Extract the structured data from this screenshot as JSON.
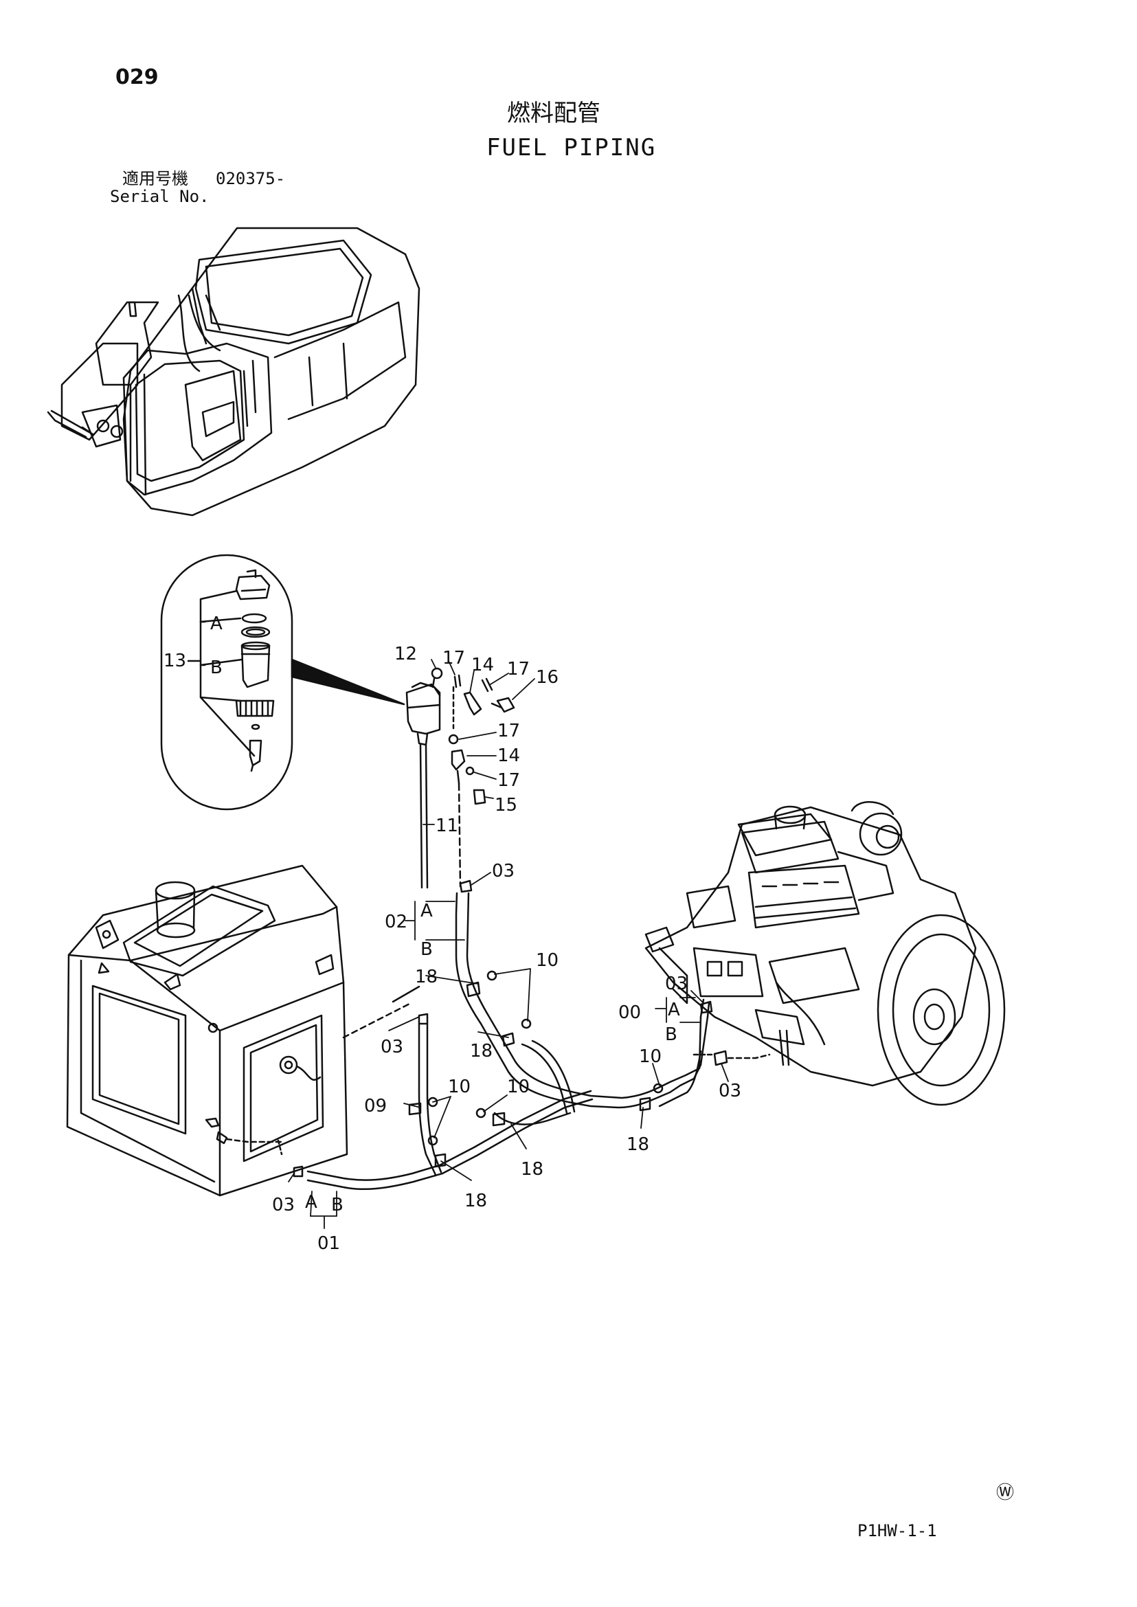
{
  "header": {
    "page_number": "029",
    "title_jp": "燃料配管",
    "title_en": "FUEL PIPING",
    "serial_label_jp": "適用号機",
    "serial_value": "020375-",
    "serial_label_en": "Serial No."
  },
  "callouts": {
    "c00": "00",
    "c01": "01",
    "c02": "02",
    "c03": "03",
    "c09": "09",
    "c10": "10",
    "c11": "11",
    "c12": "12",
    "c13": "13",
    "c14": "14",
    "c15": "15",
    "c16": "16",
    "c17": "17",
    "c18": "18",
    "a": "A",
    "b": "B"
  },
  "footer": {
    "w_mark": "Ⓦ",
    "doc_code": "P1HW-1-1"
  }
}
